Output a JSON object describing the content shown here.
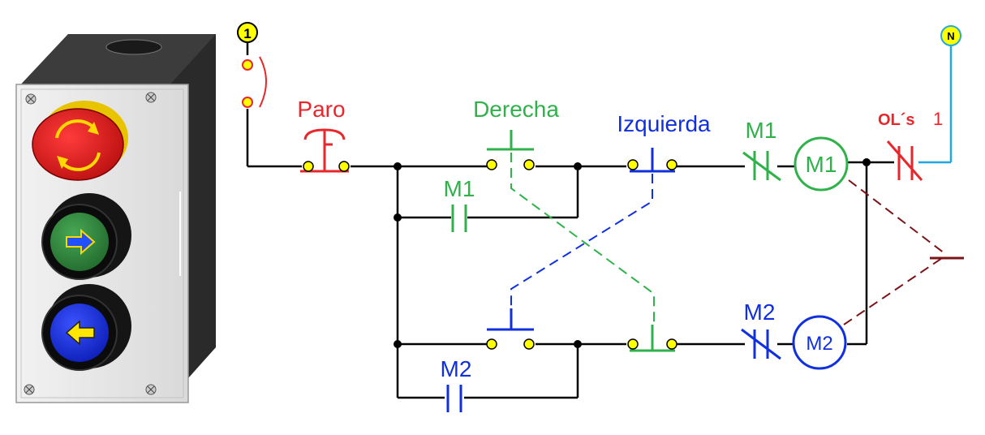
{
  "colors": {
    "wire": "#000000",
    "red": "#e8262b",
    "green": "#2fb24a",
    "blue": "#1030e0",
    "cyan": "#20a8e0",
    "overload_link": "#7a1418",
    "terminal_fill": "#ffff00"
  },
  "terminals": {
    "line": "1",
    "neutral": "N"
  },
  "labels": {
    "stop": "Paro",
    "right": "Derecha",
    "left": "Izquierda",
    "m1_seal_contact": "M1",
    "m1_interlock_contact": "M1",
    "m1_coil": "M1",
    "m2_seal_contact": "M2",
    "m2_interlock_contact": "M2",
    "m2_coil": "M2",
    "overload": "OL´s",
    "overload_number": "1"
  },
  "control_station": {
    "buttons": [
      {
        "role": "emergency-stop",
        "icon": "rotate-arrows-icon",
        "color": "#e01b1b"
      },
      {
        "role": "forward",
        "icon": "arrow-right-icon",
        "color": "#2e8a3e"
      },
      {
        "role": "reverse",
        "icon": "arrow-left-icon",
        "color": "#1e2fd8"
      }
    ]
  }
}
